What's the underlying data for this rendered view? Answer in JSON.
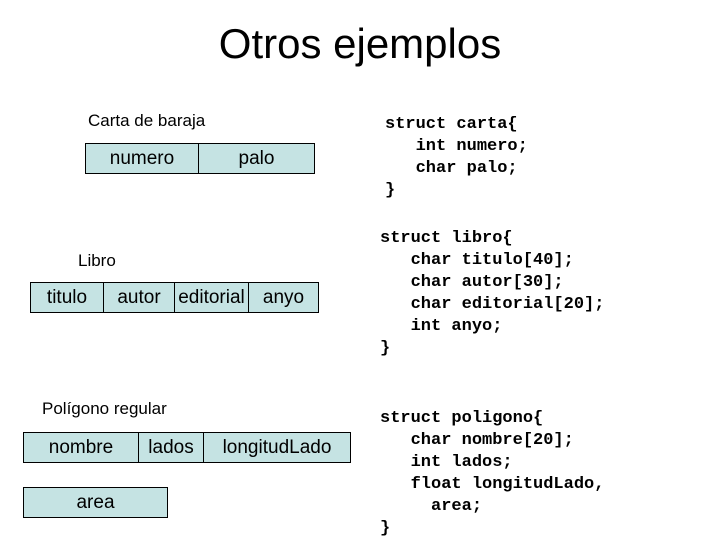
{
  "title": "Otros ejemplos",
  "colors": {
    "background": "#ffffff",
    "cell_fill": "#c5e3e3",
    "cell_border": "#000000",
    "text": "#000000"
  },
  "examples": [
    {
      "label": "Carta de baraja",
      "fields": [
        "numero",
        "palo"
      ],
      "code": "struct carta{\n   int numero;\n   char palo;\n}"
    },
    {
      "label": "Libro",
      "fields": [
        "titulo",
        "autor",
        "editorial",
        "anyo"
      ],
      "code": "struct libro{\n   char titulo[40];\n   char autor[30];\n   char editorial[20];\n   int anyo;\n}"
    },
    {
      "label": "Polígono regular",
      "fields": [
        "nombre",
        "lados",
        "longitudLado"
      ],
      "extra_fields": [
        "area"
      ],
      "code": "struct poligono{\n   char nombre[20];\n   int lados;\n   float longitudLado,\n     area;\n}"
    }
  ]
}
